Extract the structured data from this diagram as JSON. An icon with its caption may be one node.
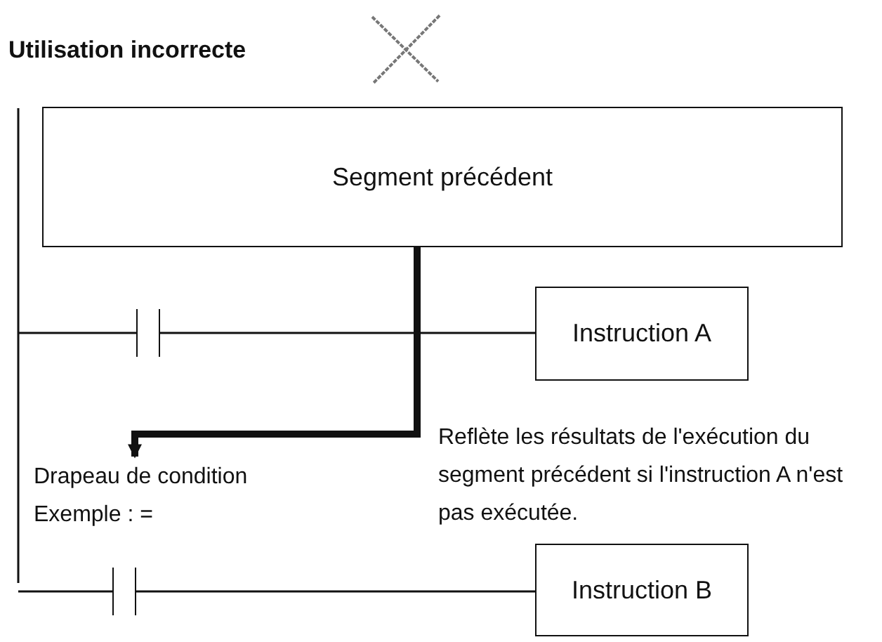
{
  "diagram": {
    "title": "Utilisation incorrecte",
    "nodes": [
      {
        "text": [
          "Segment précédent"
        ]
      },
      {
        "text": [],
        "shape": "contact"
      },
      {
        "text": [
          "Instruction A"
        ]
      },
      {
        "text": [
          "Drapeau de condition Exemple : ="
        ]
      },
      {
        "text": [],
        "shape": "contact"
      },
      {
        "text": [
          "Instruction B"
        ]
      }
    ],
    "edges": [
      {
        "from": 0,
        "to": 3,
        "arrow": "to",
        "style": "thick"
      },
      {
        "from": 1,
        "to": 2,
        "arrow": "none"
      },
      {
        "from": 4,
        "to": 5,
        "arrow": "none"
      }
    ],
    "labels": [
      "Reflète les résultats de l'exécution du segment précédent si l'instruction A n'est pas exécutée."
    ]
  }
}
